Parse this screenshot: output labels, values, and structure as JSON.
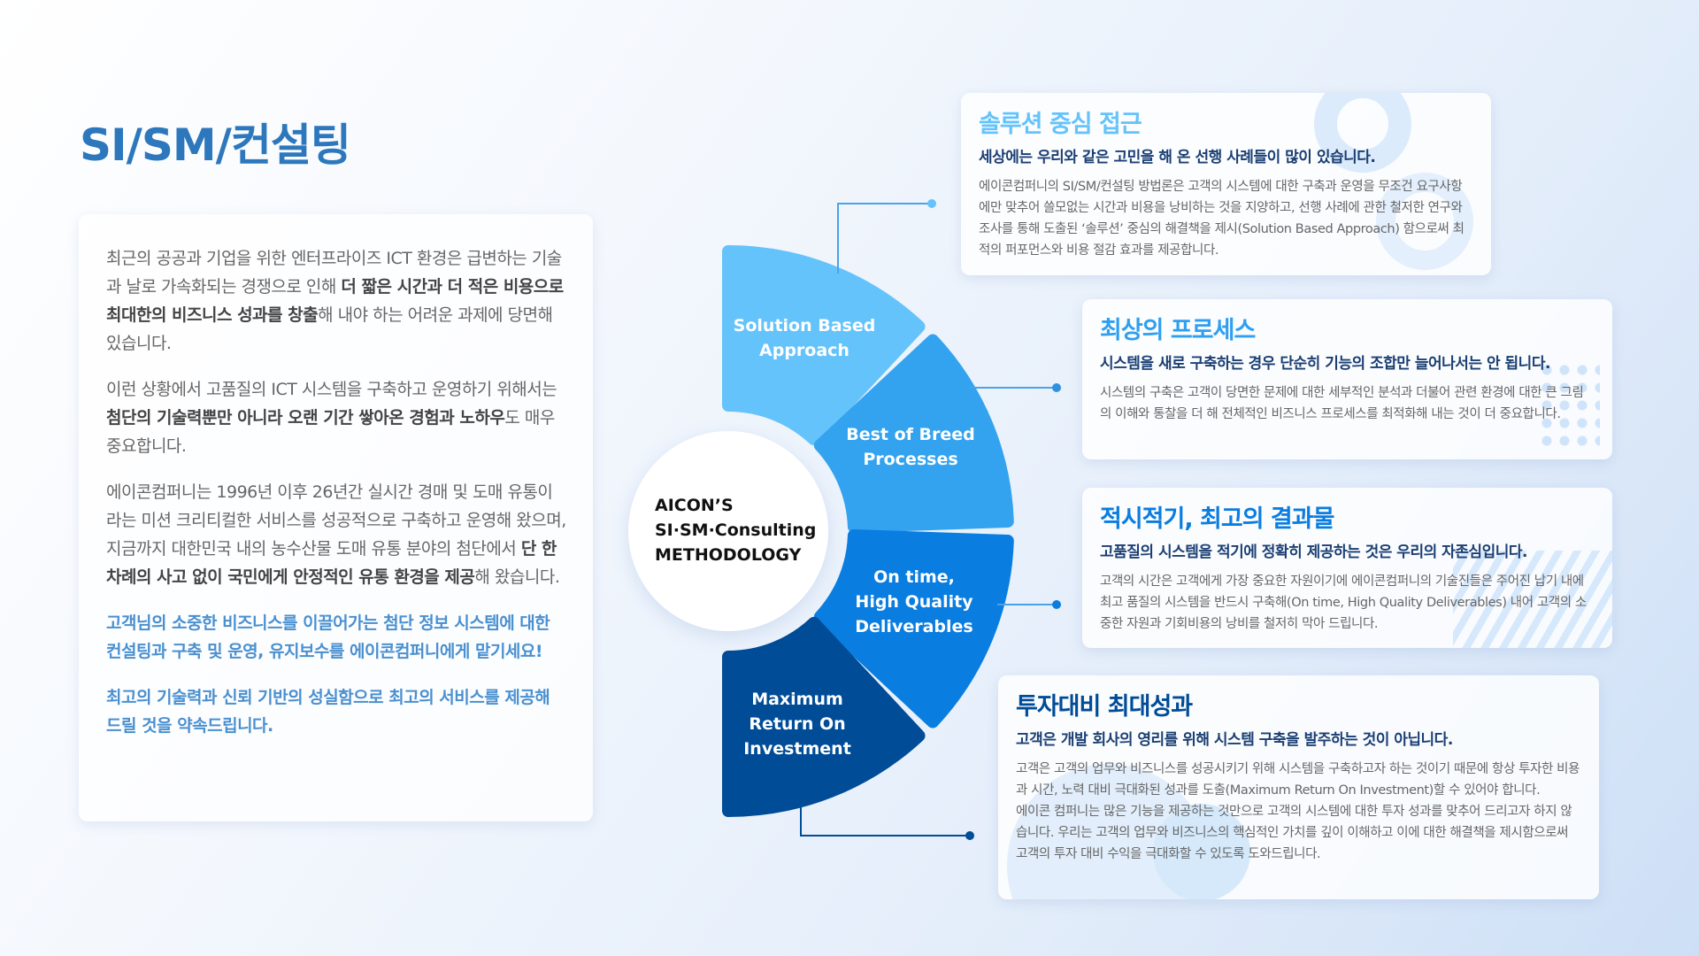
{
  "page_title": "SI/SM/컨설팅",
  "intro": [
    {
      "segments": [
        {
          "text": "최근의 공공과 기업을 위한 엔터프라이즈 ICT 환경은 급변하는 기술과 날로 가속화되는 경쟁으로 인해 ",
          "bold": false
        },
        {
          "text": "더 짧은 시간과 더 적은 비용으로 최대한의 비즈니스 성과를 창출",
          "bold": true
        },
        {
          "text": "해 내야 하는 어려운 과제에 당면해 있습니다.",
          "bold": false
        }
      ]
    },
    {
      "segments": [
        {
          "text": "이런 상황에서 고품질의 ICT 시스템을 구축하고 운영하기 위해서는 ",
          "bold": false
        },
        {
          "text": "첨단의 기술력뿐만 아니라 오랜 기간 쌓아온 경험과 노하우",
          "bold": true
        },
        {
          "text": "도 매우 중요합니다.",
          "bold": false
        }
      ]
    },
    {
      "segments": [
        {
          "text": "에이콘컴퍼니는 1996년 이후 26년간 실시간 경매 및 도매 유통이라는 미션 크리티컬한 서비스를 성공적으로 구축하고 운영해 왔으며, 지금까지 대한민국 내의 농수산물 도매 유통 분야의 첨단에서 ",
          "bold": false
        },
        {
          "text": "단 한 차례의 사고 없이 국민에게 안정적인 유통 환경을 제공",
          "bold": true
        },
        {
          "text": "해 왔습니다.",
          "bold": false
        }
      ]
    }
  ],
  "highlights": [
    "고객님의 소중한 비즈니스를 이끌어가는 첨단 정보 시스템에 대한 컨설팅과 구축 및 운영, 유지보수를 에이콘컴퍼니에게 맡기세요!",
    "최고의 기술력과 신뢰 기반의 성실함으로 최고의 서비스를 제공해 드릴 것을 약속드립니다."
  ],
  "methodology": {
    "center_lines": [
      "AICON’S",
      "SI·SM·Consulting",
      "METHODOLOGY"
    ],
    "segments": [
      {
        "label_lines": [
          "Solution Based",
          "Approach"
        ],
        "color": "#64c3fb"
      },
      {
        "label_lines": [
          "Best of Breed",
          "Processes"
        ],
        "color": "#33a3f0"
      },
      {
        "label_lines": [
          "On time,",
          "High Quality",
          "Deliverables"
        ],
        "color": "#0a7de0"
      },
      {
        "label_lines": [
          "Maximum",
          "Return On",
          "Investment"
        ],
        "color": "#004c97"
      }
    ]
  },
  "cards": [
    {
      "title": "솔루션 중심 접근",
      "title_color": "#64c3fb",
      "subtitle": "세상에는 우리와 같은 고민을 해 온 선행 사례들이 많이 있습니다.",
      "body": "에이콘컴퍼니의 SI/SM/컨설팅 방법론은 고객의 시스템에 대한 구축과 운영을 무조건 요구사항에만 맞추어 쓸모없는 시간과 비용을 낭비하는 것을 지양하고, 선행 사례에 관한 철저한 연구와 조사를 통해 도출된 ‘솔루션’ 중심의 해결책을 제시(Solution Based Approach) 함으로써 최적의 퍼포먼스와 비용 절감 효과를 제공합니다."
    },
    {
      "title": "최상의 프로세스",
      "title_color": "#2f9ff0",
      "subtitle": "시스템을 새로 구축하는 경우 단순히 기능의 조합만 늘어나서는 안 됩니다.",
      "body": "시스템의 구축은 고객이 당면한 문제에 대한 세부적인 분석과 더불어 관련 환경에 대한 큰 그림의 이해와 통찰을 더 해 전체적인 비즈니스 프로세스를 최적화해 내는 것이 더 중요합니다."
    },
    {
      "title": "적시적기, 최고의 결과물",
      "title_color": "#0a7de0",
      "subtitle": "고품질의 시스템을 적기에 정확히 제공하는 것은 우리의 자존심입니다.",
      "body": "고객의 시간은 고객에게 가장 중요한 자원이기에 에이콘컴퍼니의 기술진들은 주어진 납기 내에 최고 품질의 시스템을 반드시 구축해(On time, High Quality Deliverables) 내어 고객의 소중한 자원과 기회비용의 낭비를 철저히 막아 드립니다."
    },
    {
      "title": "투자대비 최대성과",
      "title_color": "#004c97",
      "subtitle": "고객은 개발 회사의 영리를 위해 시스템 구축을 발주하는 것이 아닙니다.",
      "body": "고객은 고객의 업무와 비즈니스를 성공시키기 위해 시스템을 구축하고자 하는 것이기 때문에 항상 투자한 비용과 시간, 노력 대비 극대화된 성과를 도출(Maximum Return On Investment)할 수 있어야 합니다.",
      "body2": "에이콘 컴퍼니는 많은 기능을 제공하는 것만으로 고객의 시스템에 대한 투자 성과를 맞추어 드리고자 하지 않습니다. 우리는 고객의 업무와 비즈니스의 핵심적인 가치를 깊이 이해하고 이에 대한 해결책을 제시함으로써 고객의 투자 대비 수익을 극대화할 수 있도록 도와드립니다."
    }
  ]
}
